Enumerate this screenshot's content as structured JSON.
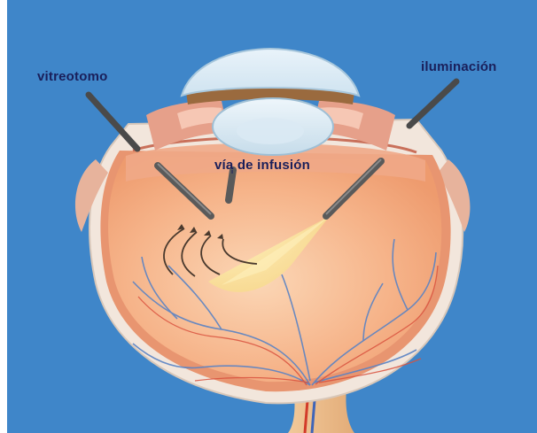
{
  "labels": {
    "vitreotomo": "vitreotomo",
    "iluminacion": "iluminación",
    "via_infusion": "vía de infusión"
  },
  "colors": {
    "background": "#3f86c9",
    "label_text": "#1a1f5a",
    "sclera": "#f2e6dc",
    "retina": "#f6b98e",
    "vessels": "#5a83c4",
    "light_cone": "#fbe9a0"
  }
}
